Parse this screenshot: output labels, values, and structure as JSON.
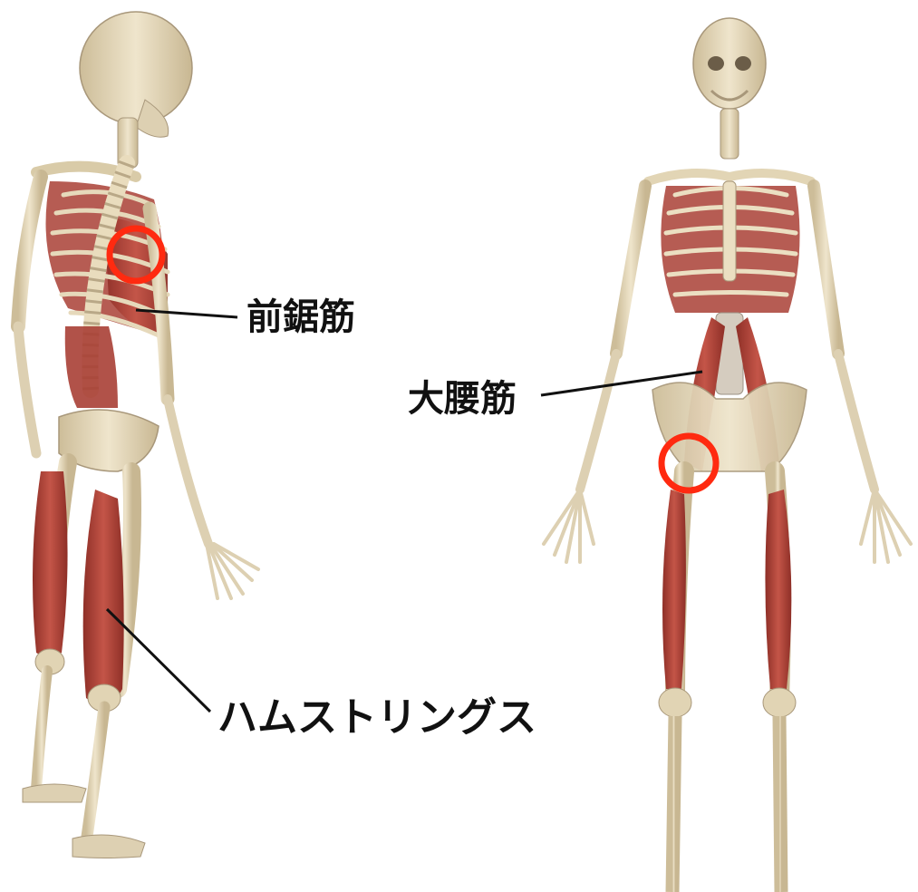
{
  "labels": {
    "serratus_anterior": "前鋸筋",
    "psoas_major": "大腰筋",
    "hamstrings": "ハムストリングス"
  },
  "colors": {
    "bone": "#e8dcc0",
    "bone_shade": "#c9b894",
    "muscle": "#b5473c",
    "muscle_dark": "#8e2f27",
    "marker_circle": "#ff2a10",
    "leader_line": "#111111",
    "background": "#ffffff"
  },
  "figures": [
    {
      "view": "rear-oblique"
    },
    {
      "view": "front"
    }
  ]
}
